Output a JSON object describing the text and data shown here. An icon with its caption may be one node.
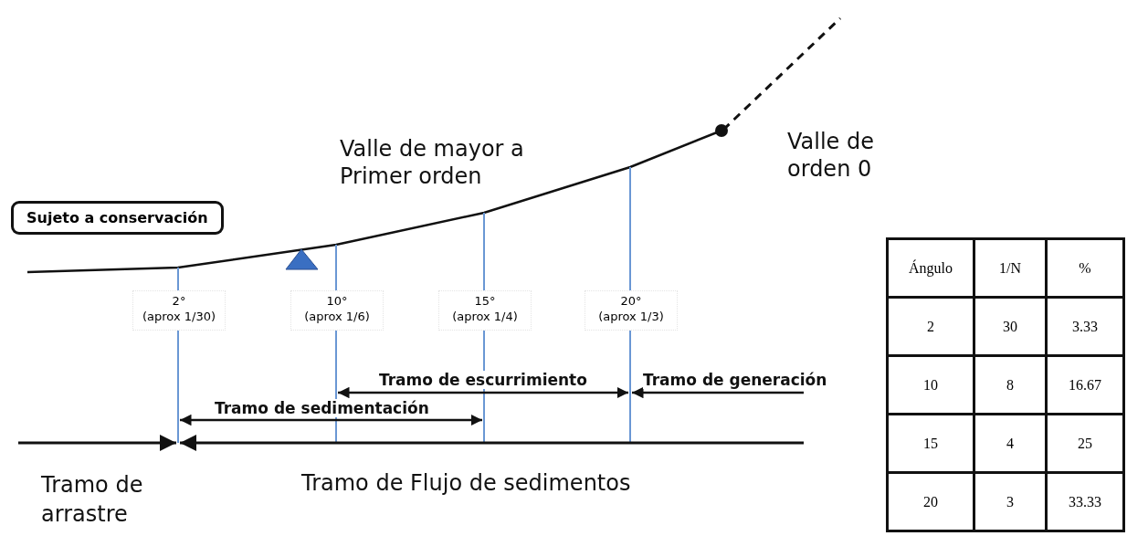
{
  "diagram": {
    "nodes": [
      {
        "text": [
          "Sujeto a conservación"
        ]
      }
    ],
    "edges": [],
    "labels": [
      "Valle de mayor a Primer orden",
      "Valle de orden 0",
      "2°",
      "(aprox 1/30)",
      "10°",
      "(aprox 1/6)",
      "15°",
      "(aprox 1/4)",
      "20°",
      "(aprox 1/3)",
      "Tramo de escurrimiento",
      "Tramo de generación",
      "Tramo de sedimentación",
      "Tramo de arrastre",
      "Tramo de Flujo de sedimentos",
      "Ángulo",
      "1/N",
      "%",
      "2",
      "30",
      "3.33",
      "10",
      "8",
      "16.67",
      "15",
      "4",
      "25",
      "20",
      "3",
      "33.33"
    ]
  }
}
